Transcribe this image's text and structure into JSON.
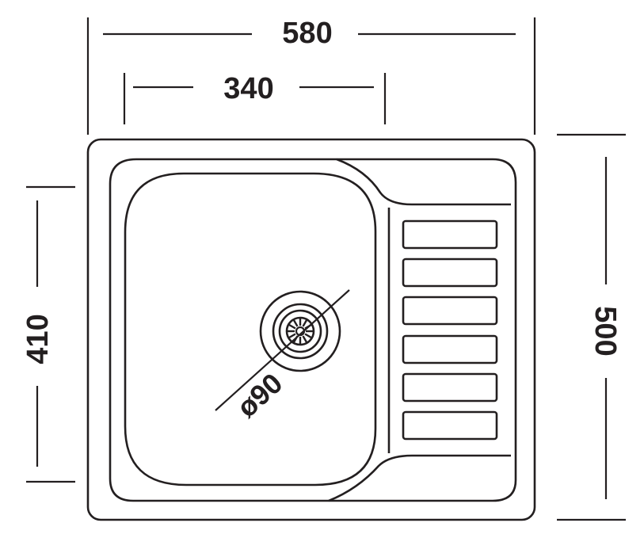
{
  "diagram": {
    "type": "technical-drawing",
    "subject": "sink-with-drainer",
    "colors": {
      "ink": "#231f20",
      "background": "#ffffff"
    },
    "dimensions": {
      "overall_width": "580",
      "bowl_width": "340",
      "overall_depth": "500",
      "bowl_depth": "410",
      "drain_diameter": "ø90"
    },
    "drainer": {
      "groove_count": 6
    }
  }
}
